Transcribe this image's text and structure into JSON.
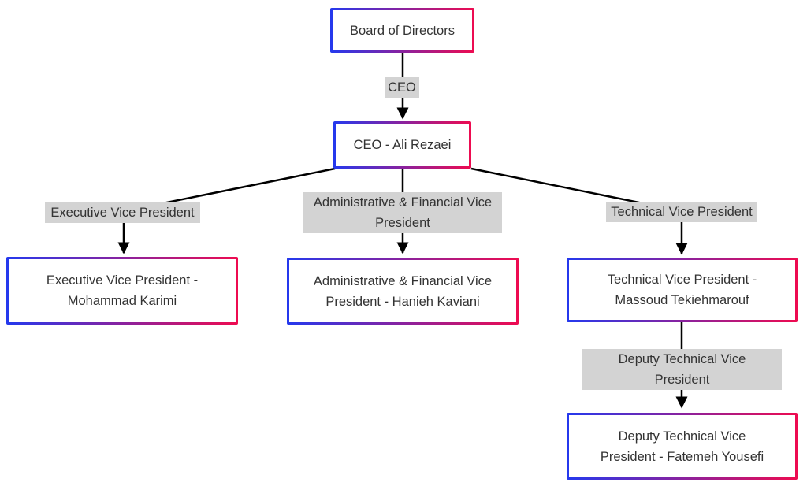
{
  "diagram": {
    "type": "org-chart-flowchart",
    "direction": "top-down",
    "nodes": {
      "board": {
        "label": "Board of Directors"
      },
      "ceo": {
        "label": "CEO - Ali Rezaei"
      },
      "exec": {
        "label": "Executive Vice President -\nMohammad Karimi"
      },
      "admin": {
        "label": "Administrative & Financial Vice\nPresident - Hanieh Kaviani"
      },
      "tech": {
        "label": "Technical Vice President -\nMassoud Tekiehmarouf"
      },
      "deputy": {
        "label": "Deputy Technical Vice\nPresident - Fatemeh Yousefi"
      }
    },
    "edges": [
      {
        "from": "board",
        "to": "ceo",
        "label": "CEO"
      },
      {
        "from": "ceo",
        "to": "exec",
        "label": "Executive Vice President"
      },
      {
        "from": "ceo",
        "to": "admin",
        "label": "Administrative & Financial Vice\nPresident"
      },
      {
        "from": "ceo",
        "to": "tech",
        "label": "Technical Vice President"
      },
      {
        "from": "tech",
        "to": "deputy",
        "label": "Deputy Technical Vice\nPresident"
      }
    ],
    "colors": {
      "background": "#ffffff",
      "node_fill": "#ffffff",
      "node_border_gradient_start": "#2439ee",
      "node_border_gradient_end": "#ee0b50",
      "edge_label_bg": "#d3d3d3",
      "text": "#333333",
      "line": "#000000"
    }
  }
}
